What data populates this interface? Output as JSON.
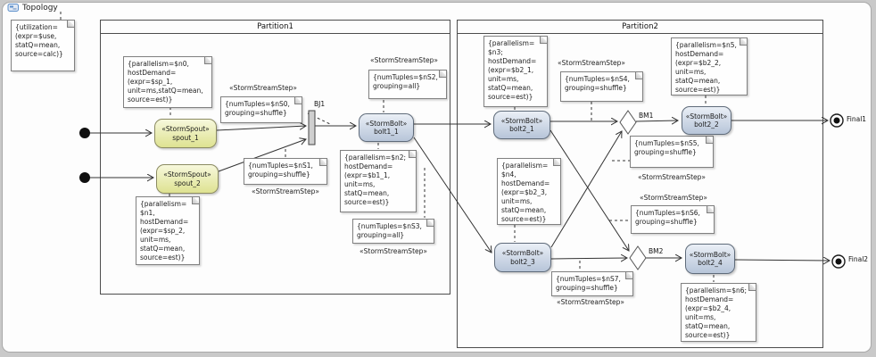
{
  "header": {
    "topology_label": "Topology"
  },
  "partitions": {
    "p1": "Partition1",
    "p2": "Partition2"
  },
  "labels": {
    "stream_step": "«StormStreamStep»",
    "bj1": "BJ1",
    "bm1": "BM1",
    "bm2": "BM2",
    "final1": "Final1",
    "final2": "Final2"
  },
  "nodes": {
    "spout_1": {
      "stereotype": "«StormSpout»",
      "name": "spout_1"
    },
    "spout_2": {
      "stereotype": "«StormSpout»",
      "name": "spout_2"
    },
    "bolt1_1": {
      "stereotype": "«StormBolt»",
      "name": "bolt1_1"
    },
    "bolt2_1": {
      "stereotype": "«StormBolt»",
      "name": "bolt2_1"
    },
    "bolt2_2": {
      "stereotype": "«StormBolt»",
      "name": "bolt2_2"
    },
    "bolt2_3": {
      "stereotype": "«StormBolt»",
      "name": "bolt2_3"
    },
    "bolt2_4": {
      "stereotype": "«StormBolt»",
      "name": "bolt2_4"
    }
  },
  "notes": {
    "utilization": "{utilization=\n(expr=$use,\nstatQ=mean,\nsource=calc)}",
    "n0": "{parallelism=$n0,\nhostDemand=\n(expr=$sp_1,\nunit=ms,statQ=mean,\nsource=est)}",
    "n1": "{parallelism=\n$n1,\nhostDemand=\n(expr=$sp_2,\nunit=ms,\nstatQ=mean,\nsource=est)}",
    "n2": "{parallelism=$n2;\nhostDemand=\n(expr=$b1_1,\nunit=ms,\nstatQ=mean,\nsource=est)}",
    "n3": "{parallelism=\n$n3;\nhostDemand=\n(expr=$b2_1,\nunit=ms,\nstatQ=mean,\nsource=est)}",
    "n4": "{parallelism=\n$n4,\nhostDemand=\n(expr=$b2_3,\nunit=ms,\nstatQ=mean,\nsource=est)}",
    "n5": "{parallelism=$n5,\nhostDemand=\n(expr=$b2_2,\nunit=ms,\nstatQ=mean,\nsource=est)}",
    "n6": "{parallelism=$n6;\nhostDemand=\n(expr=$b2_4,\nunit=ms,\nstatQ=mean,\nsource=est)}",
    "nS0": "{numTuples=$nS0,\ngrouping=shuffle}",
    "nS1": "{numTuples=$nS1,\ngrouping=shuffle}",
    "nS2": "{numTuples=$nS2,\ngrouping=all}",
    "nS3": "{numTuples=$nS3,\ngrouping=all}",
    "nS4": "{numTuples=$nS4,\ngrouping=shuffle}",
    "nS5": "{numTuples=$nS5,\ngrouping=shuffle}",
    "nS6": "{numTuples=$nS6,\ngrouping=shuffle}",
    "nS7": "{numTuples=$nS7,\ngrouping=shuffle}"
  },
  "colors": {
    "spout_top": "#f7f8dc",
    "spout_bottom": "#dee291",
    "bolt_top": "#eaeff6",
    "bolt_bottom": "#b7c5d9",
    "edge": "#333333",
    "note_border": "#808080",
    "partition_border": "#4d4d4d",
    "icon_blue": "#5b8ecb"
  }
}
